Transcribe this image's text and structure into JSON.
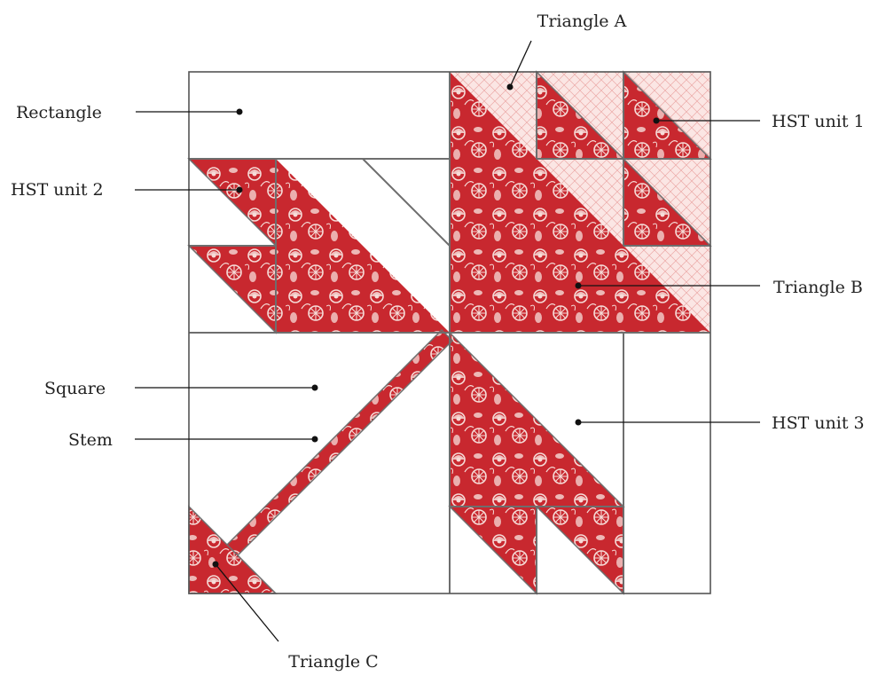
{
  "labels": {
    "triangle_a": "Triangle A",
    "rectangle": "Rectangle",
    "hst_unit_1": "HST unit 1",
    "hst_unit_2": "HST unit 2",
    "triangle_b": "Triangle B",
    "square": "Square",
    "hst_unit_3": "HST unit 3",
    "stem": "Stem",
    "triangle_c": "Triangle C"
  },
  "colors": {
    "print_fabric": "#c8282f",
    "print_motif": "#f4d7d3",
    "light_fabric": "#fbe6e4",
    "background_fabric": "#ffffff",
    "seam_line": "#6e6e6e"
  }
}
